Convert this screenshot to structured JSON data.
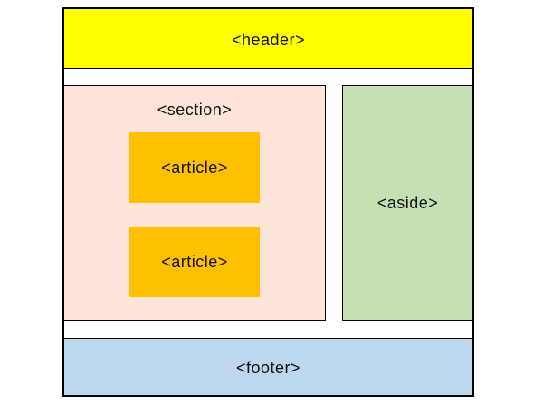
{
  "diagram": {
    "header": {
      "label": "<header>",
      "color": "#ffff00"
    },
    "section": {
      "label": "<section>",
      "color": "#fde4d9",
      "articles": [
        {
          "label": "<article>",
          "color": "#ffc000"
        },
        {
          "label": "<article>",
          "color": "#ffc000"
        }
      ]
    },
    "aside": {
      "label": "<aside>",
      "color": "#c6e0b4"
    },
    "footer": {
      "label": "<footer>",
      "color": "#bdd7ee"
    }
  }
}
